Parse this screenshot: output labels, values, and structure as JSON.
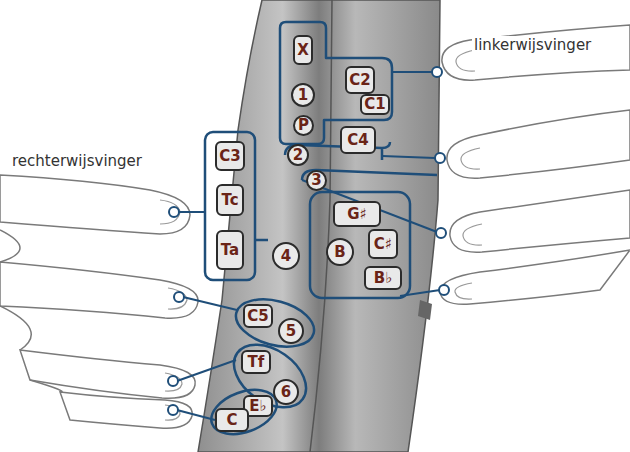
{
  "diagram": {
    "nodes": [
      {
        "text": [
          "X"
        ]
      },
      {
        "text": [
          "1"
        ]
      },
      {
        "text": [
          "P"
        ]
      },
      {
        "text": [
          "C2"
        ]
      },
      {
        "text": [
          "C1"
        ]
      },
      {
        "text": [
          "2"
        ]
      },
      {
        "text": [
          "C4"
        ]
      },
      {
        "text": [
          "3"
        ]
      },
      {
        "text": [
          "C3"
        ]
      },
      {
        "text": [
          "Tc"
        ]
      },
      {
        "text": [
          "Ta"
        ]
      },
      {
        "text": [
          "G♯"
        ]
      },
      {
        "text": [
          "B"
        ]
      },
      {
        "text": [
          "C♯"
        ]
      },
      {
        "text": [
          "B♭"
        ]
      },
      {
        "text": [
          "4"
        ]
      },
      {
        "text": [
          "C5"
        ]
      },
      {
        "text": [
          "5"
        ]
      },
      {
        "text": [
          "Tf"
        ]
      },
      {
        "text": [
          "6"
        ]
      },
      {
        "text": [
          "E♭"
        ]
      },
      {
        "text": [
          "C"
        ]
      }
    ],
    "labels": [
      "linkerwijsvinger",
      "rechterwijsvinger"
    ]
  }
}
